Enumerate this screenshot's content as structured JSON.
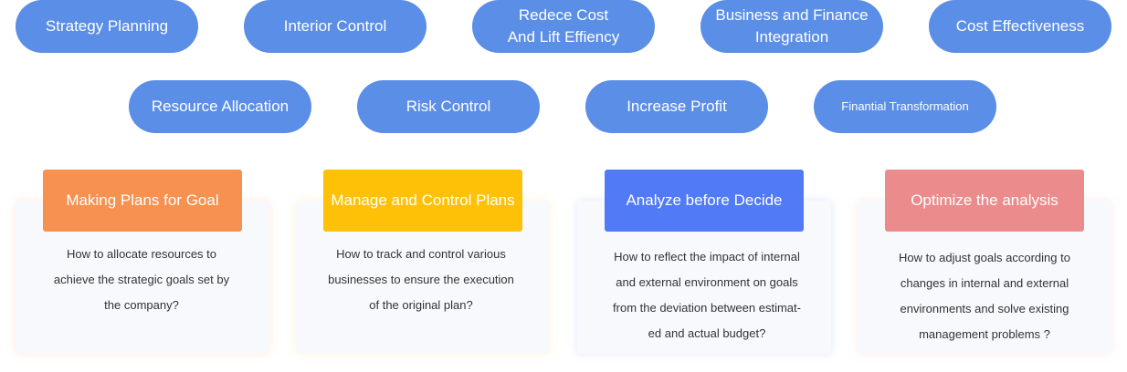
{
  "pills_row1": [
    {
      "label": "Strategy Planning"
    },
    {
      "label": "Interior Control"
    },
    {
      "label": "Redece Cost\nAnd Lift Effiency"
    },
    {
      "label": "Business and Finance\nIntegration"
    },
    {
      "label": "Cost Effectiveness"
    }
  ],
  "pills_row2": [
    {
      "label": "Resource Allocation"
    },
    {
      "label": "Risk Control"
    },
    {
      "label": "Increase Profit"
    },
    {
      "label": "Finantial Transformation"
    }
  ],
  "cards": [
    {
      "title": "Making Plans for Goal",
      "body": "How to allocate resources to\nachieve the strategic goals set by\nthe company?",
      "color": "#f79150"
    },
    {
      "title": "Manage and Control Plans",
      "body": "How to track and control various\nbusinesses to ensure the execution\nof the original plan?",
      "color": "#ffc107"
    },
    {
      "title": "Analyze before Decide",
      "body": "How to reflect the impact of internal\nand external environment on goals\nfrom the deviation between estimat-\ned and actual budget?",
      "color": "#507af6"
    },
    {
      "title": "Optimize the analysis",
      "body": "How to adjust goals according to\nchanges in internal and external\nenvironments and solve existing\nmanagement problems ?",
      "color": "#eb8b8b"
    }
  ]
}
